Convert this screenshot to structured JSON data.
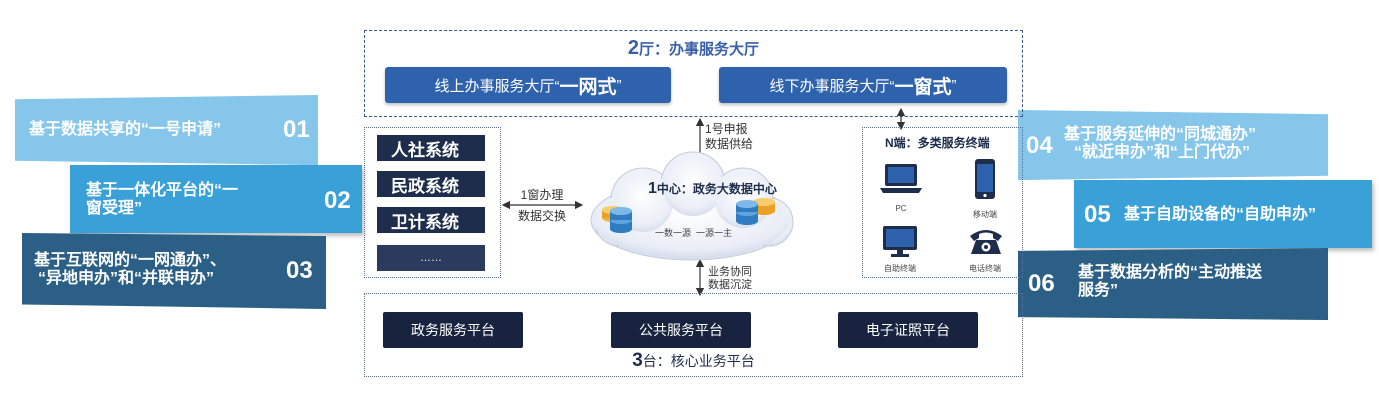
{
  "hall": {
    "title_num": "2",
    "title_text": "厅：办事服务大厅",
    "online_prefix": "线上办事服务大厅“",
    "online_em": "一网式",
    "online_suffix": "”",
    "offline_prefix": "线下办事服务大厅“",
    "offline_em": "一窗式",
    "offline_suffix": "”"
  },
  "systems": [
    "人社系统",
    "民政系统",
    "卫计系统",
    "……"
  ],
  "exchange": {
    "line1": "1窗办理",
    "line2": "数据交换"
  },
  "report": {
    "line1": "1号申报",
    "line2": "数据供给"
  },
  "cloud": {
    "title_num": "1",
    "title_text": "中心：政务大数据中心",
    "subtitle": "一数一源  一源一主"
  },
  "collab": {
    "line1": "业务协同",
    "line2": "数据沉淀"
  },
  "terminals": {
    "title": "N端：多类服务终端",
    "items": [
      {
        "label": "PC",
        "icon": "laptop-icon"
      },
      {
        "label": "移动端",
        "icon": "mobile-icon"
      },
      {
        "label": "自助终端",
        "icon": "monitor-icon"
      },
      {
        "label": "电话终端",
        "icon": "telephone-icon"
      }
    ]
  },
  "platforms": {
    "items": [
      "政务服务平台",
      "公共服务平台",
      "电子证照平台"
    ],
    "title_num": "3",
    "title_text": "台：核心业务平台"
  },
  "left_banners": [
    {
      "text": "基于数据共享的“一号申请”",
      "num": "01",
      "color": "#86c6ea"
    },
    {
      "text_line1": "基于一体化平台的“一",
      "text_line2": "窗受理”",
      "num": "02",
      "color": "#3aa0d8"
    },
    {
      "text_line1": "基于互联网的“一网通办”、",
      "text_line2": "“异地申办”和“并联申办”",
      "num": "03",
      "color": "#2b5f86"
    }
  ],
  "right_banners": [
    {
      "num": "04",
      "text_line1": "基于服务延伸的“同城通办”",
      "text_line2": "“就近申办”和“上门代办”",
      "color": "#86c6ea"
    },
    {
      "num": "05",
      "text": "基于自助设备的“自助申办”",
      "color": "#3aa0d8"
    },
    {
      "num": "06",
      "text_line1": "基于数据分析的“主动推送",
      "text_line2": "服务”",
      "color": "#2b5f86"
    }
  ],
  "colors": {
    "navy": "#1d2d4b",
    "hall_blue": "#2f62ad",
    "title_blue": "#3b5fa6"
  }
}
